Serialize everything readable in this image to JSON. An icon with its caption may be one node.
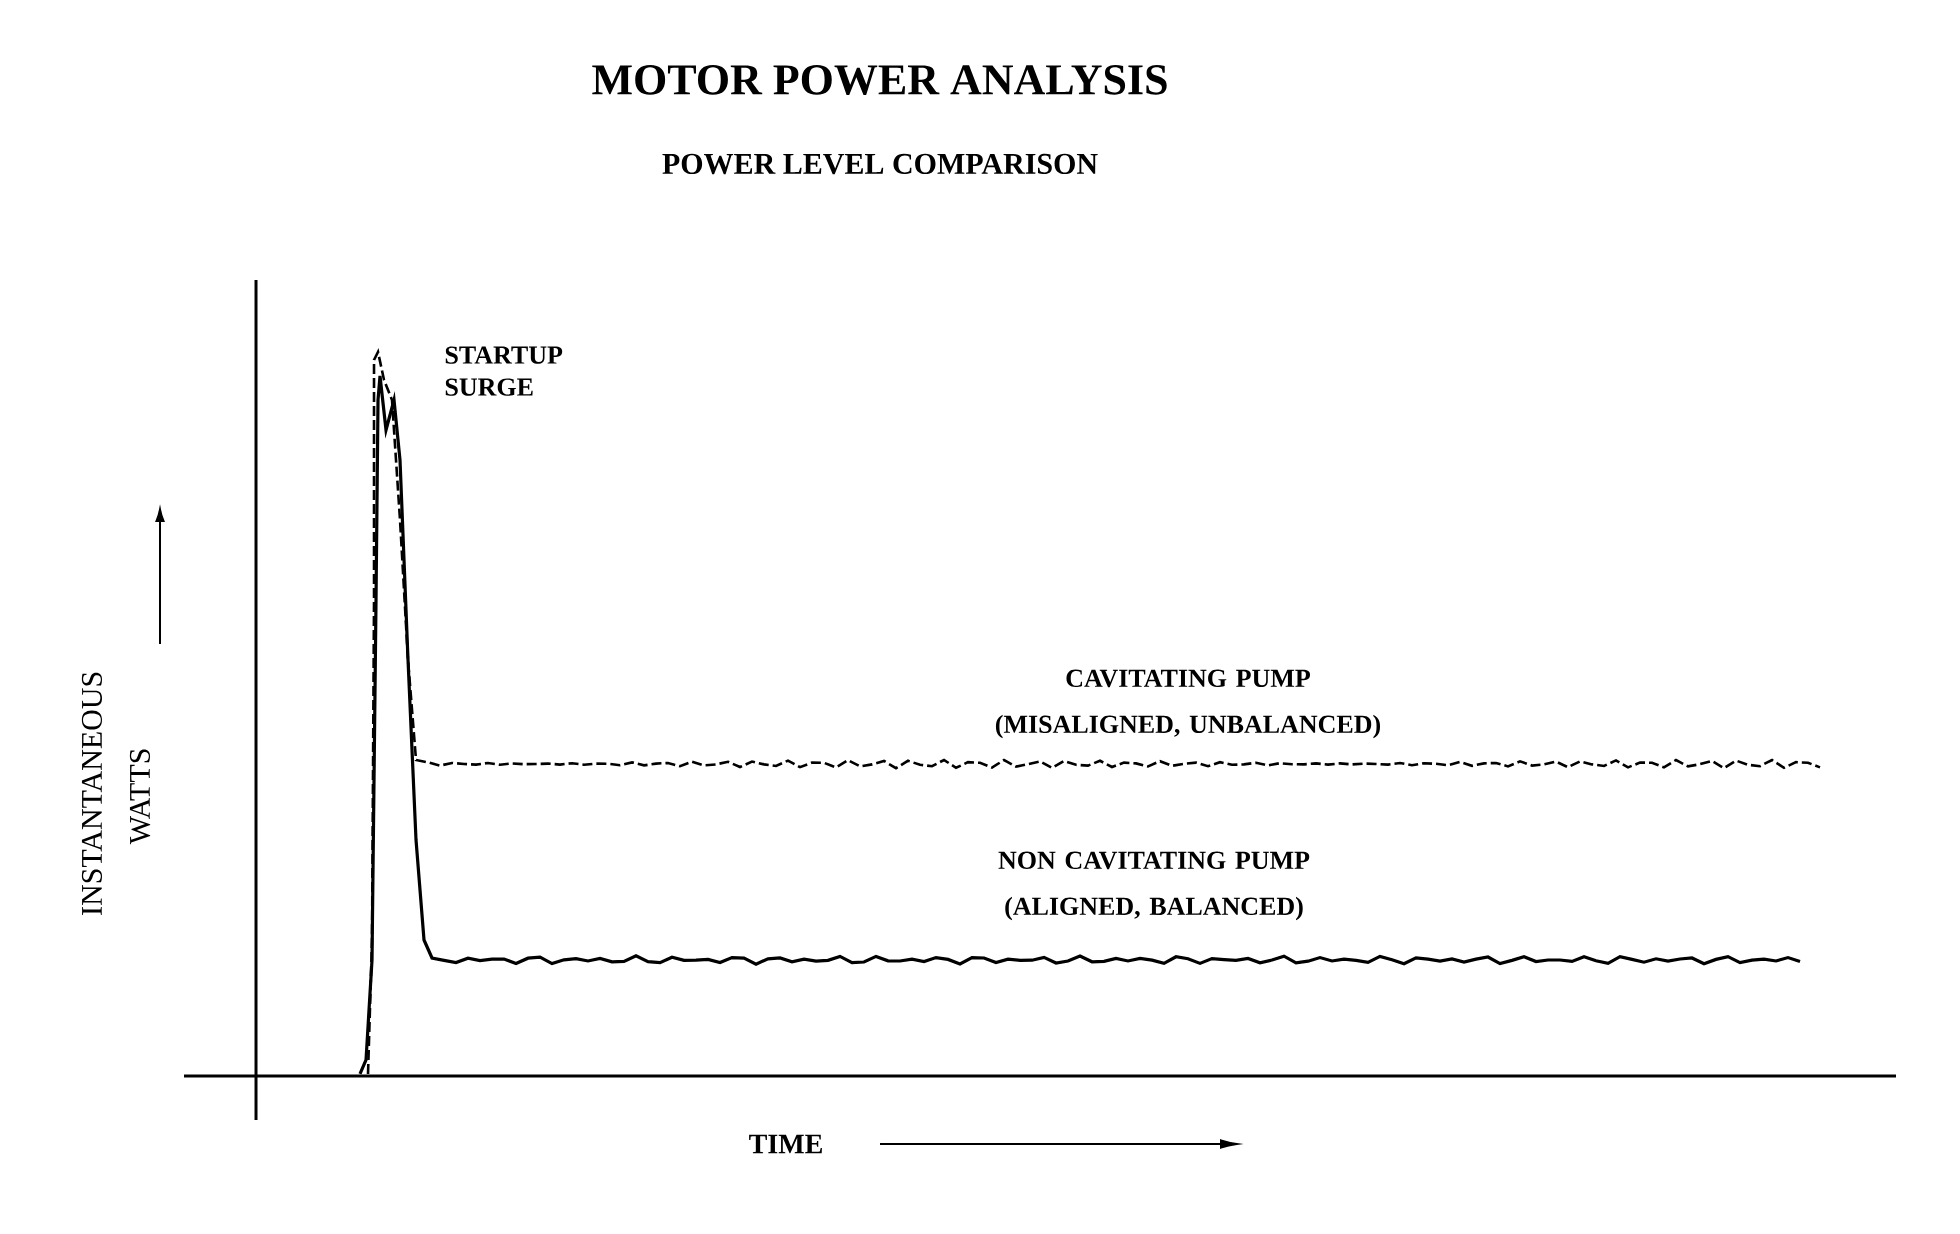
{
  "diagram": {
    "title": "MOTOR POWER ANALYSIS",
    "labels": [
      "POWER LEVEL COMPARISON",
      "STARTUP SURGE",
      "CAVITATING PUMP (MISALIGNED, UNBALANCED)",
      "NON CAVITATING PUMP (ALIGNED, BALANCED)",
      "INSTANTANEOUS WATTS",
      "TIME"
    ]
  }
}
